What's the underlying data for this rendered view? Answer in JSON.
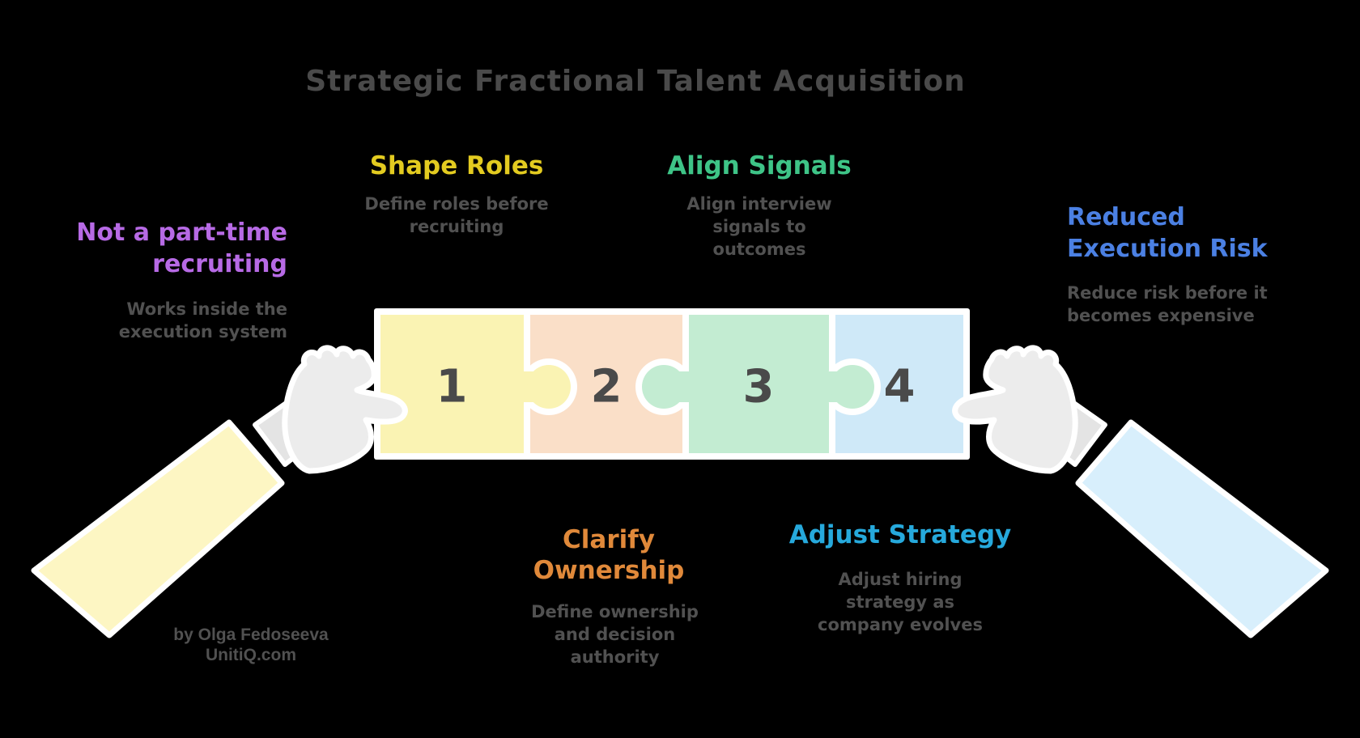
{
  "page": {
    "title": "Strategic Fractional Talent Acquisition"
  },
  "steps": [
    {
      "num": "1",
      "label": "Shape Roles",
      "desc": "Define roles before recruiting",
      "label_color": "#e3cb20",
      "piece_color": "#faf3b3"
    },
    {
      "num": "2",
      "label": "Clarify Ownership",
      "desc": "Define ownership and decision authority",
      "label_color": "#e0893a",
      "piece_color": "#fadfc8"
    },
    {
      "num": "3",
      "label": "Align Signals",
      "desc": "Align interview signals to outcomes",
      "label_color": "#3ec487",
      "piece_color": "#c3ecd2"
    },
    {
      "num": "4",
      "label": "Adjust Strategy",
      "desc": "Adjust hiring strategy as company evolves",
      "label_color": "#26a9dc",
      "piece_color": "#cfe9f8"
    }
  ],
  "side_notes": {
    "left": {
      "label": "Not a part-time recruiting",
      "desc": "Works inside the execution system",
      "label_color": "#b76ae5"
    },
    "right": {
      "label": "Reduced Execution Risk",
      "desc": "Reduce risk before it becomes expensive",
      "label_color": "#4b80e3"
    }
  },
  "credit": {
    "byline": "by Olga Fedoseeva",
    "site": "UnitiQ.com"
  },
  "colors": {
    "background": "#000000",
    "title_text": "#4a4a4a",
    "subtitle_text": "#515151",
    "number_text": "#4a4a4a",
    "outline": "#ffffff",
    "hand": "#ececec",
    "cuff": "#e4e4e4",
    "left_sleeve": "#fdf6c3",
    "right_sleeve": "#d8effc"
  }
}
